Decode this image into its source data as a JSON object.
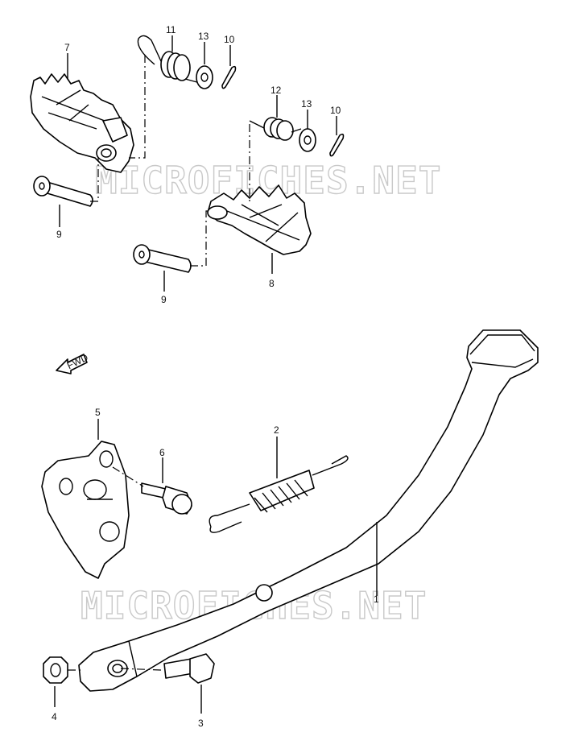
{
  "watermark": "MICROFICHES.NET",
  "fwd_label": "FWD",
  "callouts": {
    "c1": "1",
    "c2": "2",
    "c3": "3",
    "c4": "4",
    "c5": "5",
    "c6": "6",
    "c7": "7",
    "c8": "8",
    "c9a": "9",
    "c9b": "9",
    "c10a": "10",
    "c10b": "10",
    "c11": "11",
    "c12": "12",
    "c13a": "13",
    "c13b": "13"
  }
}
